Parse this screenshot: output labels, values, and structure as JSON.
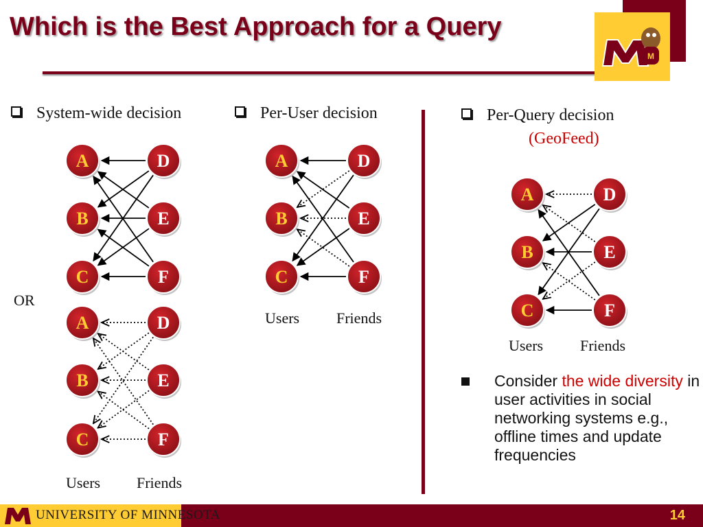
{
  "slide": {
    "title": "Which is the Best Approach for a Query",
    "page_number": "14"
  },
  "bullets": {
    "system_wide": "System-wide decision",
    "per_user": "Per-User decision",
    "per_query": "Per-Query decision",
    "per_query_sub": "(GeoFeed)",
    "or_label": "OR"
  },
  "graph_labels": {
    "users": "Users",
    "friends": "Friends",
    "nodes_left": [
      "A",
      "B",
      "C"
    ],
    "nodes_right": [
      "D",
      "E",
      "F"
    ]
  },
  "consider": {
    "prefix": "Consider ",
    "highlight": "the wide diversity",
    "suffix": " in user activities in social networking systems e.g., offline times and update frequencies"
  },
  "footer": {
    "university": "UNIVERSITY OF MINNESOTA",
    "logo_letter": "M"
  },
  "colors": {
    "maroon": "#7a0019",
    "gold": "#ffcc33",
    "node_fill": "#b0171f",
    "highlight_red": "#cc0000"
  }
}
